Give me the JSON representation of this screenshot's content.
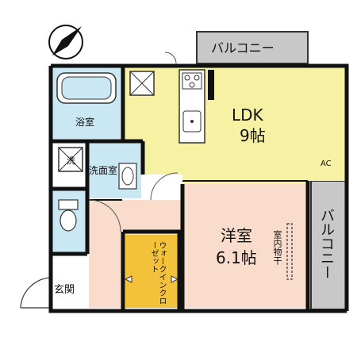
{
  "rooms": {
    "ldk": {
      "label": "LDK",
      "size": "9帖",
      "color": "#f7f2a3"
    },
    "western": {
      "label": "洋室",
      "size": "6.1帖",
      "color": "#f9dccc"
    },
    "bath": {
      "label": "浴室",
      "color": "#c9e8f4"
    },
    "washroom": {
      "label": "洗面室",
      "color": "#c9e8f4"
    },
    "toilet": {
      "color": "#c9e8f4"
    },
    "walkin": {
      "label": "ウォークインクローゼット",
      "color": "#f4c23a"
    },
    "entrance": {
      "label": "玄関"
    },
    "hall": {
      "color": "#f9dccc"
    }
  },
  "balcony_top": {
    "label": "バルコニー",
    "color": "#c8c8c8"
  },
  "balcony_right": {
    "label": "バルコニー",
    "color": "#c8c8c8"
  },
  "indoor_drying": {
    "label": "室内物干"
  },
  "ac_label": "AC",
  "washer_symbol": "洗",
  "icons": [
    "compass-north-icon",
    "washing-machine-icon",
    "stove-icon",
    "sink-icon",
    "toilet-icon",
    "bathtub-icon",
    "fridge-space-icon"
  ],
  "colors": {
    "wall": "#111111",
    "outline": "#333333"
  }
}
